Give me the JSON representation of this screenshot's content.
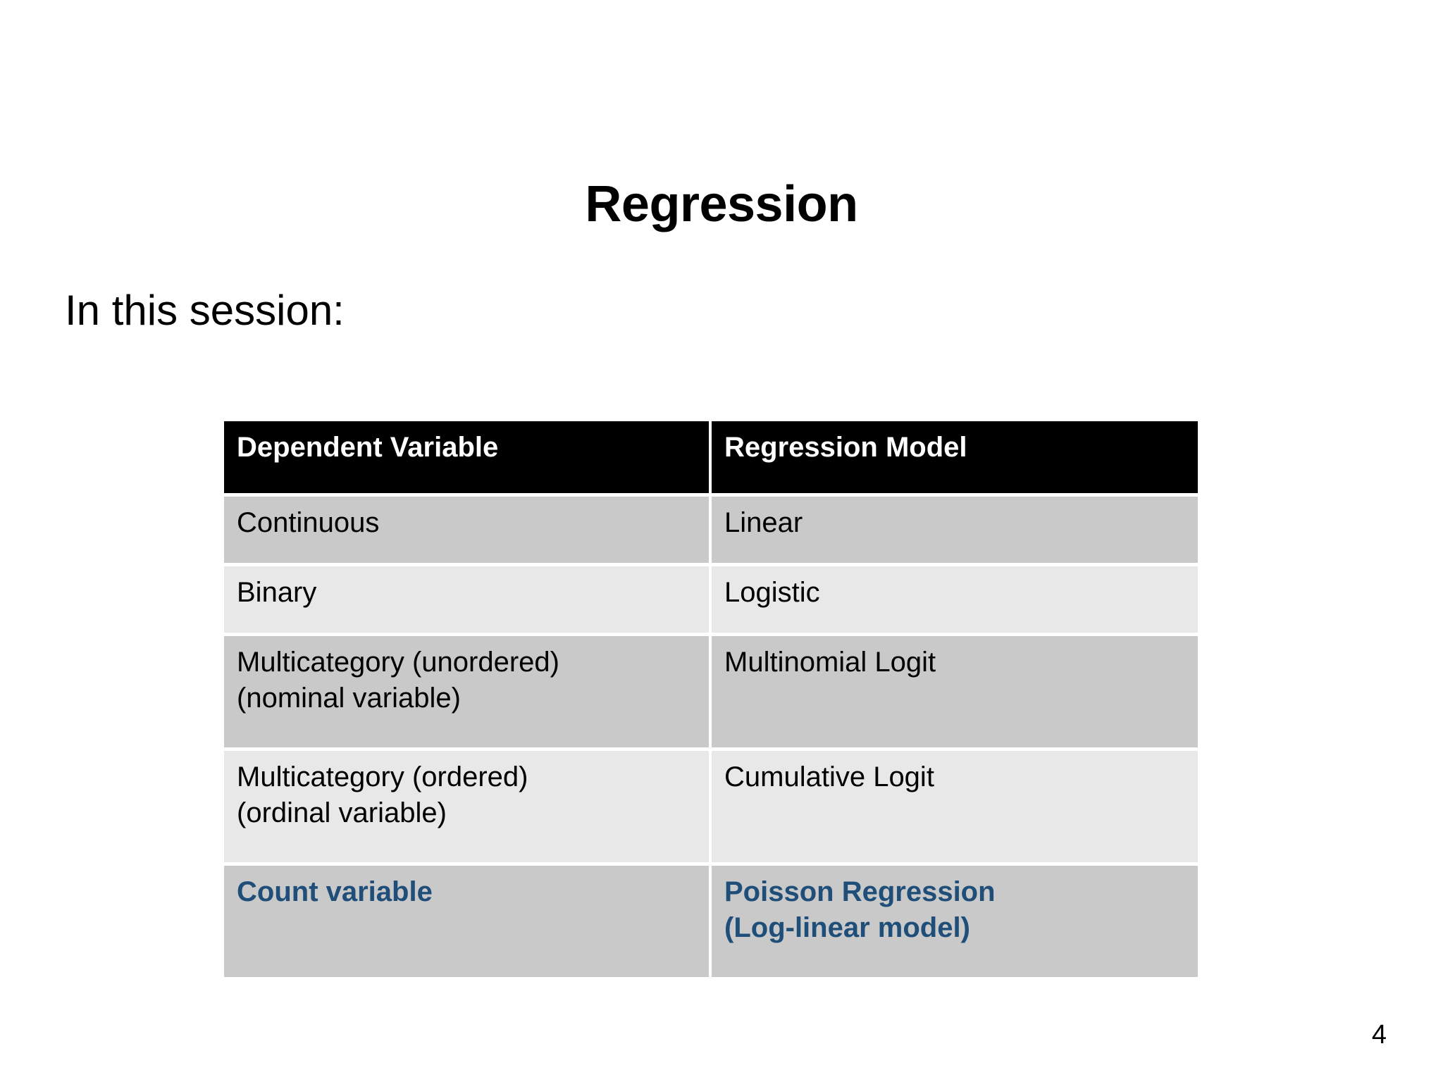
{
  "slide": {
    "title": "Regression",
    "lead_in": "In this session:",
    "page_number": "4",
    "accent_color": "#1f4e79",
    "header_bg": "#000000",
    "row_dark_bg": "#c9c9c9",
    "row_light_bg": "#e8e8e8"
  },
  "table": {
    "headers": [
      "Dependent Variable",
      "Regression Model"
    ],
    "rows": [
      {
        "dependent_line1": "Continuous",
        "dependent_line2": "",
        "model_line1": "Linear",
        "model_line2": ""
      },
      {
        "dependent_line1": "Binary",
        "dependent_line2": "",
        "model_line1": "Logistic",
        "model_line2": ""
      },
      {
        "dependent_line1": "Multicategory (unordered)",
        "dependent_line2": "(nominal variable)",
        "model_line1": "Multinomial Logit",
        "model_line2": ""
      },
      {
        "dependent_line1": "Multicategory (ordered)",
        "dependent_line2": "(ordinal variable)",
        "model_line1": "Cumulative Logit",
        "model_line2": ""
      },
      {
        "dependent_line1": "Count variable",
        "dependent_line2": "",
        "model_line1": "Poisson Regression",
        "model_line2": "(Log-linear model)"
      }
    ]
  }
}
